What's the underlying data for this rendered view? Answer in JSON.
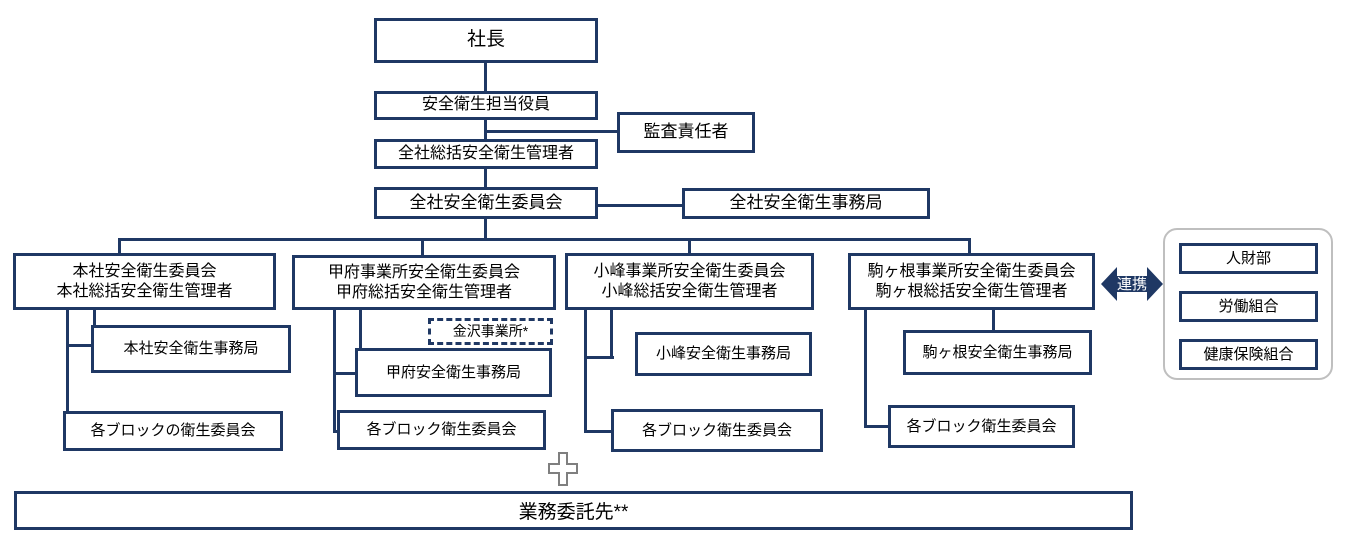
{
  "diagram": {
    "title_node": {
      "label": "社長"
    },
    "officer": {
      "label": "安全衛生担当役員"
    },
    "audit": {
      "label": "監査責任者"
    },
    "general_manager": {
      "label": "全社総括安全衛生管理者"
    },
    "company_committee": {
      "label": "全社安全衛生委員会"
    },
    "company_office": {
      "label": "全社安全衛生事務局"
    },
    "branches": [
      {
        "committee": "本社安全衛生委員会\n本社総括安全衛生管理者",
        "office": "本社安全衛生事務局",
        "blocks": "各ブロックの衛生委員会",
        "annex": null
      },
      {
        "committee": "甲府事業所安全衛生委員会\n甲府総括安全衛生管理者",
        "office": "甲府安全衛生事務局",
        "blocks": "各ブロック衛生委員会",
        "annex": "金沢事業所*"
      },
      {
        "committee": "小峰事業所安全衛生委員会\n小峰総括安全衛生管理者",
        "office": "小峰安全衛生事務局",
        "blocks": "各ブロック衛生委員会",
        "annex": null
      },
      {
        "committee": "駒ヶ根事業所安全衛生委員会\n駒ヶ根総括安全衛生管理者",
        "office": "駒ヶ根安全衛生事務局",
        "blocks": "各ブロック衛生委員会",
        "annex": null
      }
    ],
    "link_arrow": {
      "label": "連携"
    },
    "partners": [
      {
        "label": "人財部"
      },
      {
        "label": "労働組合"
      },
      {
        "label": "健康保険組合"
      }
    ],
    "plus_symbol": {
      "name": "plus-connector"
    },
    "outsourcing": {
      "label": "業務委託先**"
    }
  },
  "colors": {
    "line": "#1F3864",
    "panel_border": "#BFBFBF",
    "background": "#FFFFFF",
    "text": "#000000",
    "arrow_fill": "#1F3864",
    "arrow_text": "#FFFFFF"
  }
}
